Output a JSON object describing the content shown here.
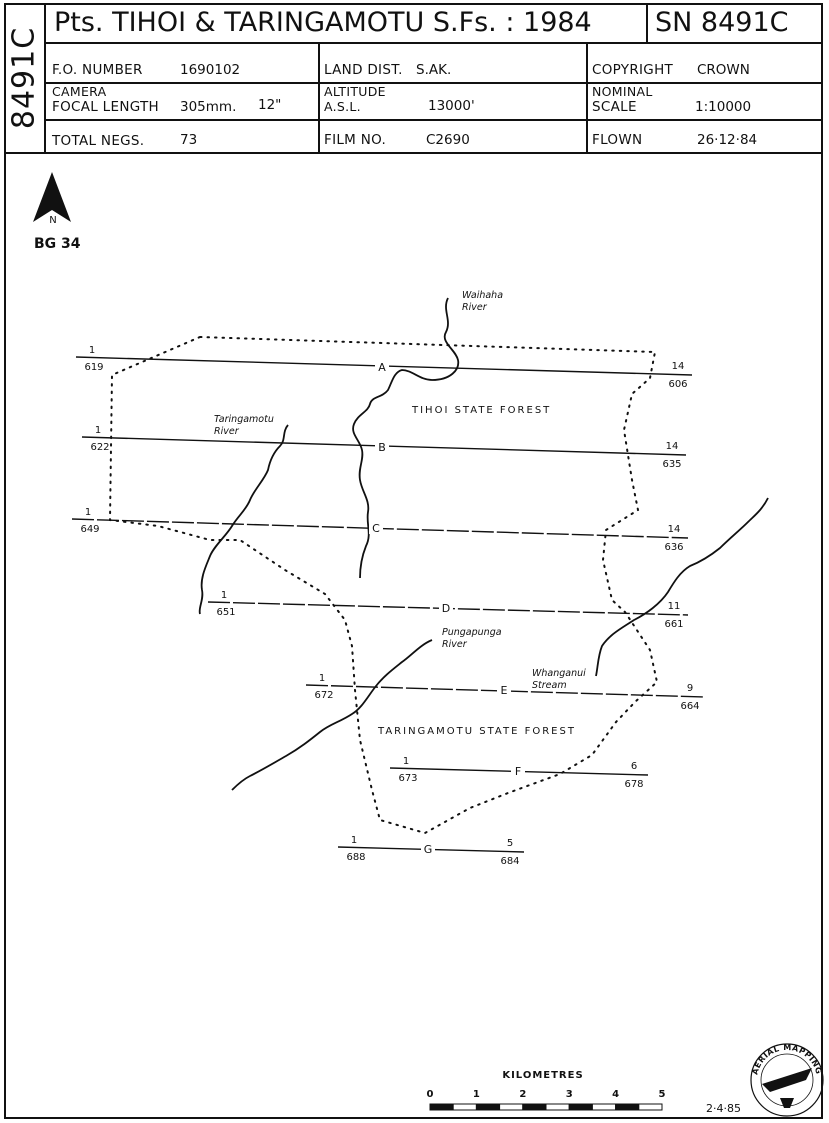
{
  "header": {
    "side_code": "8491C",
    "title": "Pts. TIHOI & TARINGAMOTU S.Fs. : 1984",
    "survey_number": "SN 8491C",
    "fo_number_label": "F.O. NUMBER",
    "fo_number_value": "1690102",
    "land_dist_label": "LAND DIST.",
    "land_dist_value": "S.AK.",
    "copyright_label": "COPYRIGHT",
    "copyright_value": "CROWN",
    "camera_label": "CAMERA",
    "focal_length_label": "FOCAL LENGTH",
    "focal_length_mm": "305mm.",
    "focal_length_in": "12\"",
    "altitude_label": "ALTITUDE",
    "asl_label": "A.S.L.",
    "altitude_value": "13000'",
    "nominal_label": "NOMINAL",
    "scale_label": "SCALE",
    "scale_value": "1:10000",
    "total_negs_label": "TOTAL NEGS.",
    "total_negs_value": "73",
    "film_no_label": "FILM NO.",
    "film_no_value": "C2690",
    "flown_label": "FLOWN",
    "flown_value": "26·12·84"
  },
  "north_arrow": {
    "label": "N",
    "icon": "north-arrow-icon"
  },
  "sheet_ref": "BG 34",
  "flight_strips": [
    {
      "letter": "A",
      "start_run": "1",
      "start_neg": "619",
      "end_run": "14",
      "end_neg": "606"
    },
    {
      "letter": "B",
      "start_run": "1",
      "start_neg": "622",
      "end_run": "14",
      "end_neg": "635"
    },
    {
      "letter": "C",
      "start_run": "1",
      "start_neg": "649",
      "end_run": "14",
      "end_neg": "636"
    },
    {
      "letter": "D",
      "start_run": "1",
      "start_neg": "651",
      "end_run": "11",
      "end_neg": "661"
    },
    {
      "letter": "E",
      "start_run": "1",
      "start_neg": "672",
      "end_run": "9",
      "end_neg": "664"
    },
    {
      "letter": "F",
      "start_run": "1",
      "start_neg": "673",
      "end_run": "6",
      "end_neg": "678"
    },
    {
      "letter": "G",
      "start_run": "1",
      "start_neg": "688",
      "end_run": "5",
      "end_neg": "684"
    }
  ],
  "forests": {
    "tihoi": "TIHOI STATE FOREST",
    "taringamotu": "TARINGAMOTU STATE FOREST"
  },
  "rivers": {
    "waihaha": [
      "Waihaha",
      "River"
    ],
    "taringamotu": [
      "Taringamotu",
      "River"
    ],
    "pungapunga": [
      "Pungapunga",
      "River"
    ],
    "whanganui": [
      "Whanganui",
      "Stream"
    ]
  },
  "scale_bar": {
    "title": "KILOMETRES",
    "ticks": [
      "0",
      "1",
      "2",
      "3",
      "4",
      "5"
    ]
  },
  "date_stamp": "2·4·85",
  "logo_text": "N.Z. AERIAL MAPPING LTD."
}
